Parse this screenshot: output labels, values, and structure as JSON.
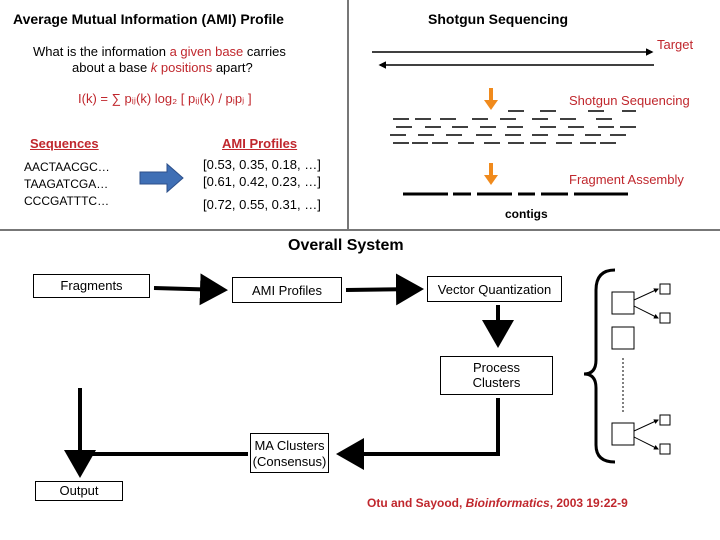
{
  "ami": {
    "title": "Average Mutual Information (AMI) Profile",
    "question_line1_a": "What is the information ",
    "question_line1_hl": "a given base",
    "question_line1_b": " carries",
    "question_line2_a": "about a base ",
    "question_line2_k": "k",
    "question_line2_hl": " positions",
    "question_line2_b": " apart?",
    "formula": "I(k) = ∑ pᵢⱼ(k) log₂ [ pᵢⱼ(k) / pᵢpⱼ ]",
    "sequences_header": "Sequences",
    "profiles_header": "AMI Profiles",
    "sequences": [
      "AACTAACGC…",
      "TAAGATCGA…",
      "CCCGATTTC…"
    ],
    "profiles": [
      "[0.53, 0.35, 0.18, …]",
      "[0.61, 0.42, 0.23, …]",
      "[0.72, 0.55, 0.31, …]"
    ]
  },
  "shotgun": {
    "title": "Shotgun Sequencing",
    "target_label": "Target",
    "sequencing_label": "Shotgun Sequencing",
    "assembly_label": "Fragment  Assembly",
    "contigs_label": "contigs"
  },
  "system": {
    "title": "Overall System",
    "fragments": "Fragments",
    "ami_profiles": "AMI Profiles",
    "vector_quantization": "Vector Quantization",
    "process_clusters": [
      "Process",
      "Clusters"
    ],
    "ma_clusters": [
      "MA Clusters",
      "(Consensus)"
    ],
    "output": "Output"
  },
  "citation": {
    "authors": "Otu and Sayood, ",
    "journal": "Bioinformatics",
    "rest": ", 2003 19:22-9"
  },
  "colors": {
    "accent_red": "#c0272d",
    "arrow_orange": "#f08a1c",
    "arrow_blue": "#3f6fb5"
  }
}
